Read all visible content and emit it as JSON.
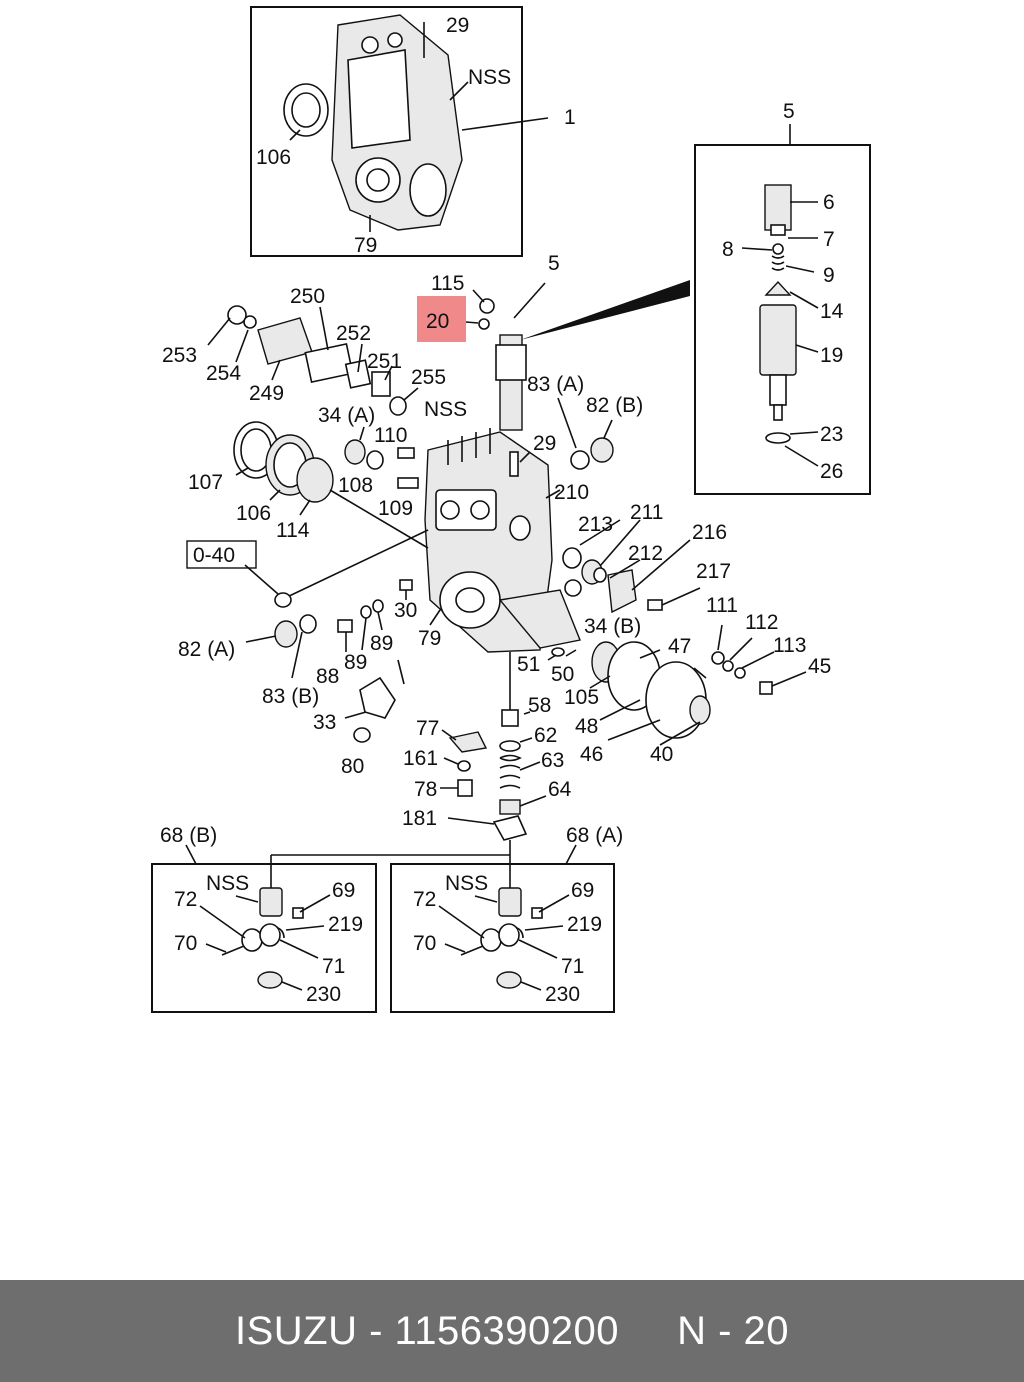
{
  "colors": {
    "highlight": "#f08a8a",
    "footer_bg": "#6e6e6e",
    "footer_text": "#ffffff"
  },
  "highlighted_part": "20",
  "callouts": {
    "c29a": "29",
    "cNSSa": "NSS",
    "c1": "1",
    "c106a": "106",
    "c79a": "79",
    "c5a": "5",
    "c6": "6",
    "c7": "7",
    "c8": "8",
    "c9": "9",
    "c14": "14",
    "c19": "19",
    "c23": "23",
    "c26": "26",
    "c115": "115",
    "c20": "20",
    "c5b": "5",
    "c250": "250",
    "c252": "252",
    "c251": "251",
    "c255": "255",
    "c253": "253",
    "c254": "254",
    "c249": "249",
    "c83a": "83 (A)",
    "c82b": "82 (B)",
    "c34a": "34 (A)",
    "c110": "110",
    "cNSSb": "NSS",
    "c29b": "29",
    "c107": "107",
    "c106b": "106",
    "c114": "114",
    "c108": "108",
    "c109": "109",
    "c210": "210",
    "c213": "213",
    "c211": "211",
    "c216": "216",
    "c212": "212",
    "c217": "217",
    "c040": "0-40",
    "c30": "30",
    "c79b": "79",
    "c34b": "34 (B)",
    "c82a": "82 (A)",
    "c83b": "83 (B)",
    "c88": "88",
    "c89a": "89",
    "c89b": "89",
    "c111": "111",
    "c112": "112",
    "c113": "113",
    "c45": "45",
    "c47": "47",
    "c51": "51",
    "c50": "50",
    "c105": "105",
    "c48": "48",
    "c46": "46",
    "c40": "40",
    "c33": "33",
    "c80": "80",
    "c58": "58",
    "c77": "77",
    "c62": "62",
    "c161": "161",
    "c63": "63",
    "c78": "78",
    "c64": "64",
    "c181": "181",
    "c68b": "68 (B)",
    "c68a": "68 (A)",
    "bNSS": "NSS",
    "b69": "69",
    "b72": "72",
    "b219": "219",
    "b70": "70",
    "b71": "71",
    "b230": "230",
    "aNSS": "NSS",
    "a69": "69",
    "a72": "72",
    "a219": "219",
    "a70": "70",
    "a71": "71",
    "a230": "230"
  },
  "footer": {
    "brand": "ISUZU",
    "separator": " - ",
    "part_number": "1156390200",
    "page_label": "N - 20"
  }
}
